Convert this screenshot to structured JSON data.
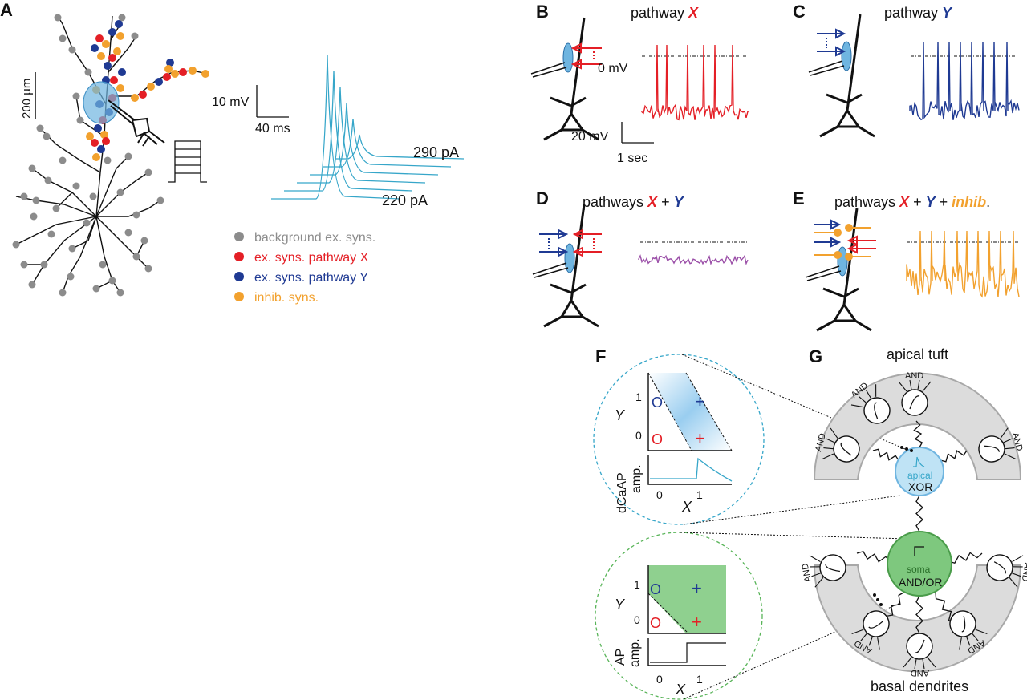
{
  "panel_labels": {
    "a": "A",
    "b": "B",
    "c": "C",
    "d": "D",
    "e": "E",
    "f": "F",
    "g": "G"
  },
  "colors": {
    "red": "#e41f26",
    "blue": "#1f3a93",
    "orange": "#f2a12e",
    "gray": "#8c8c8c",
    "purple": "#9b4fa8",
    "cyan": "#36a6c9",
    "green": "#7ec87e",
    "light_gray": "#dcdcdc"
  },
  "panel_a": {
    "scale_bar_label": "200 µm",
    "mv_label": "10 mV",
    "ms_label": "40 ms",
    "current_high": "290 pA",
    "current_low": "220 pA",
    "legend": [
      {
        "label": "background ex. syns.",
        "color": "#8c8c8c"
      },
      {
        "label": "ex. syns. pathway X",
        "color": "#e41f26"
      },
      {
        "label": "ex. syns. pathway Y",
        "color": "#1f3a93"
      },
      {
        "label": "inhib. syns.",
        "color": "#f2a12e"
      }
    ]
  },
  "panel_b": {
    "title_prefix": "pathway ",
    "title_var": "X",
    "zero_mv": "0 mV",
    "mv_scale": "20 mV",
    "time_scale": "1 sec"
  },
  "panel_c": {
    "title_prefix": "pathway ",
    "title_var": "Y"
  },
  "panel_d": {
    "title_prefix": "pathways ",
    "var_x": "X",
    "plus": " + ",
    "var_y": "Y"
  },
  "panel_e": {
    "title_prefix": "pathways ",
    "var_x": "X",
    "plus1": " + ",
    "var_y": "Y",
    "plus2": " + ",
    "var_inh": "inhib",
    "suffix": "."
  },
  "panel_f": {
    "top": {
      "y_axis": "Y",
      "x_axis": "X",
      "amp_label_1": "dCaAP",
      "amp_label_2": "amp.",
      "tick_0": "0",
      "tick_1": "1",
      "circle": "O",
      "plus": "+"
    },
    "bottom": {
      "y_axis": "Y",
      "x_axis": "X",
      "amp_label_1": "AP",
      "amp_label_2": "amp.",
      "tick_0": "0",
      "tick_1": "1",
      "circle": "O",
      "plus": "+"
    }
  },
  "panel_g": {
    "top_label": "apical tuft",
    "bottom_label": "basal dendrites",
    "apical_name": "apical",
    "apical_gate": "XOR",
    "soma_name": "soma",
    "soma_gate": "AND/OR",
    "and_label": "AND"
  }
}
